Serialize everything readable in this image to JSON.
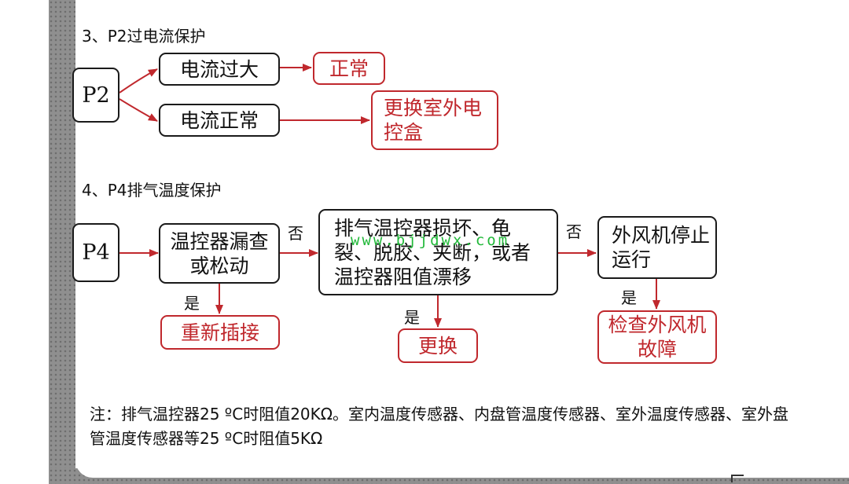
{
  "section3": {
    "heading": "3、P2过电流保护",
    "p2": "P2",
    "current_high": "电流过大",
    "normal": "正常",
    "current_normal": "电流正常",
    "replace_box": "更换室外电控盒"
  },
  "section4": {
    "heading": "4、P4排气温度保护",
    "p4": "P4",
    "check_loose": "温控器漏查或松动",
    "no_label_1": "否",
    "yes_label_1": "是",
    "reinsert": "重新插接",
    "sensor_fault": "排气温控器损坏、龟裂、脱胶、夹断，或者温控器阻值漂移",
    "no_label_2": "否",
    "yes_label_2": "是",
    "replace": "更换",
    "fan_stop": "外风机停止运行",
    "yes_label_3": "是",
    "check_fan": "检查外风机故障"
  },
  "watermark": "www.bjjdwx.com",
  "note": "注：排气温控器25 ºC时阻值20KΩ。室内温度传感器、内盘管温度传感器、室外温度传感器、室外盘管温度传感器等25 ºC时阻值5KΩ",
  "colors": {
    "black_border": "#1a1a1a",
    "red_accent": "#c0282d",
    "watermark_green": "#20b838",
    "dotted_frame": "#8f8f8f"
  }
}
